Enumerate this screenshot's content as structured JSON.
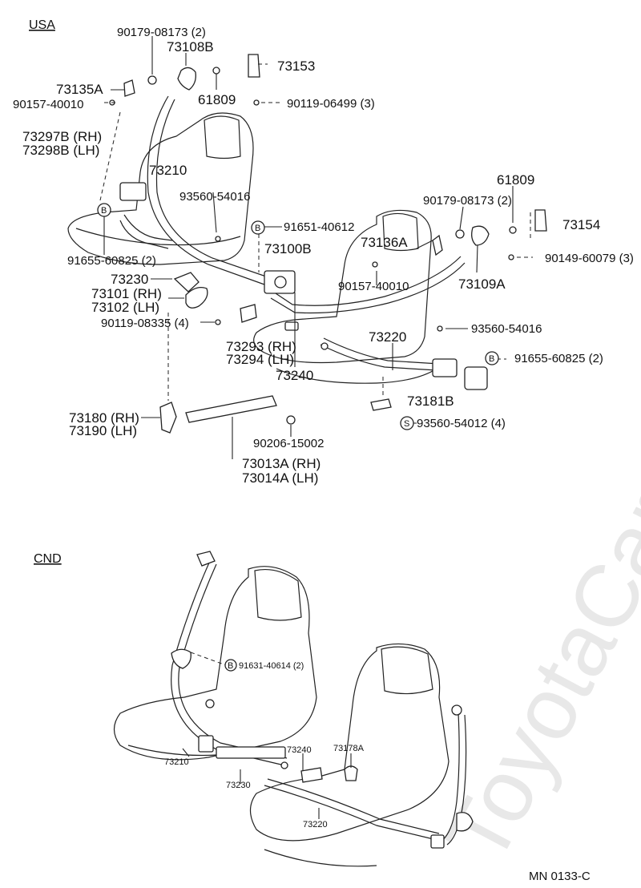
{
  "sections": {
    "usa": "USA",
    "cnd": "CND"
  },
  "watermark": "ToyotaCar.ru",
  "doc_code": "MN  0133-C",
  "usa_labels": [
    {
      "id": "l01",
      "text": "90179-08173 (2)"
    },
    {
      "id": "l02",
      "text": "73108B"
    },
    {
      "id": "l03",
      "text": "73153"
    },
    {
      "id": "l04",
      "text": "73135A"
    },
    {
      "id": "l05",
      "text": "61809"
    },
    {
      "id": "l06",
      "text": "90157-40010"
    },
    {
      "id": "l07",
      "text": "90119-06499 (3)"
    },
    {
      "id": "l08",
      "text": "73297B (RH)"
    },
    {
      "id": "l09",
      "text": "73298B (LH)"
    },
    {
      "id": "l10",
      "text": "73210"
    },
    {
      "id": "l11",
      "text": "93560-54016"
    },
    {
      "id": "l12",
      "text": "61809"
    },
    {
      "id": "l13",
      "text": "90179-08173 (2)"
    },
    {
      "id": "l14",
      "text": "91651-40612"
    },
    {
      "id": "l15",
      "text": "73154"
    },
    {
      "id": "l16",
      "text": "73136A"
    },
    {
      "id": "l17",
      "text": "73100B"
    },
    {
      "id": "l18",
      "text": "91655-60825 (2)"
    },
    {
      "id": "l19",
      "text": "90149-60079 (3)"
    },
    {
      "id": "l20",
      "text": "73230"
    },
    {
      "id": "l21",
      "text": "90157-40010"
    },
    {
      "id": "l22",
      "text": "73109A"
    },
    {
      "id": "l23",
      "text": "73101 (RH)"
    },
    {
      "id": "l24",
      "text": "73102 (LH)"
    },
    {
      "id": "l25",
      "text": "90119-08335 (4)"
    },
    {
      "id": "l26",
      "text": "93560-54016"
    },
    {
      "id": "l27",
      "text": "73220"
    },
    {
      "id": "l28",
      "text": "73293 (RH)"
    },
    {
      "id": "l29",
      "text": "73294 (LH)"
    },
    {
      "id": "l30",
      "text": "91655-60825 (2)"
    },
    {
      "id": "l31",
      "text": "73240"
    },
    {
      "id": "l32",
      "text": "73181B"
    },
    {
      "id": "l33",
      "text": "73180 (RH)"
    },
    {
      "id": "l34",
      "text": "73190 (LH)"
    },
    {
      "id": "l35",
      "text": "93560-54012 (4)"
    },
    {
      "id": "l36",
      "text": "90206-15002"
    },
    {
      "id": "l37",
      "text": "73013A (RH)"
    },
    {
      "id": "l38",
      "text": "73014A (LH)"
    }
  ],
  "usa_markers": [
    {
      "id": "m1",
      "letter": "B"
    },
    {
      "id": "m2",
      "letter": "B"
    },
    {
      "id": "m3",
      "letter": "B"
    },
    {
      "id": "m4",
      "letter": "S"
    }
  ],
  "cnd_labels": [
    {
      "id": "c1",
      "text": "91631-40614 (2)"
    },
    {
      "id": "c2",
      "text": "73210"
    },
    {
      "id": "c3",
      "text": "73240"
    },
    {
      "id": "c4",
      "text": "73178A"
    },
    {
      "id": "c5",
      "text": "73230"
    },
    {
      "id": "c6",
      "text": "73220"
    }
  ],
  "cnd_markers": [
    {
      "id": "cm1",
      "letter": "B"
    }
  ]
}
